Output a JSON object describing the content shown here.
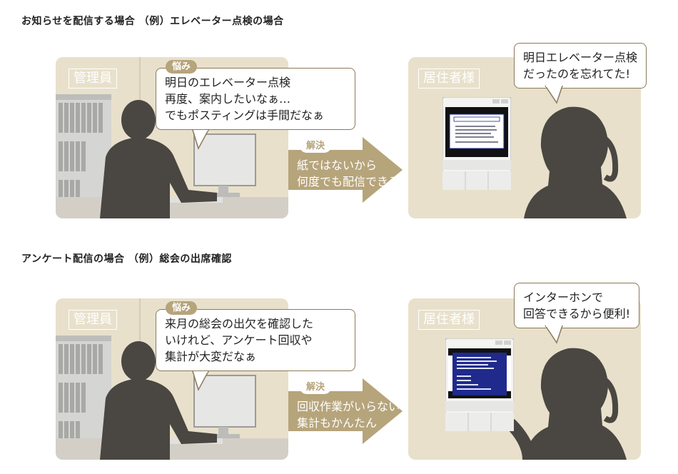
{
  "sections": [
    {
      "heading": "お知らせを配信する場合 （例）エレベーター点検の場合",
      "left_tag": "管理員",
      "worry_label": "悩み",
      "worry_lines": [
        "明日のエレベーター点検",
        "再度、案内したいなぁ…",
        "でもポスティングは手間だなぁ"
      ],
      "solution_label": "解決",
      "solution_lines": [
        "紙ではないから",
        "何度でも配信できる"
      ],
      "right_tag": "居住者様",
      "resident_lines": [
        "明日エレベーター点検",
        "だったのを忘れてた!"
      ]
    },
    {
      "heading": "アンケート配信の場合 （例）総会の出席確認",
      "left_tag": "管理員",
      "worry_label": "悩み",
      "worry_lines": [
        "来月の総会の出欠を確認した",
        "いけれど、アンケート回収や",
        "集計が大変だなぁ"
      ],
      "solution_label": "解決",
      "solution_lines": [
        "回収作業がいらない",
        "集計もかんたん"
      ],
      "right_tag": "居住者様",
      "resident_lines": [
        "インターホンで",
        "回答できるから便利!"
      ]
    }
  ],
  "colors": {
    "panel": "#e8e0cb",
    "accent": "#b6a47b",
    "silhouette": "#4a4641",
    "screen_blue": "#1f2a8c"
  }
}
